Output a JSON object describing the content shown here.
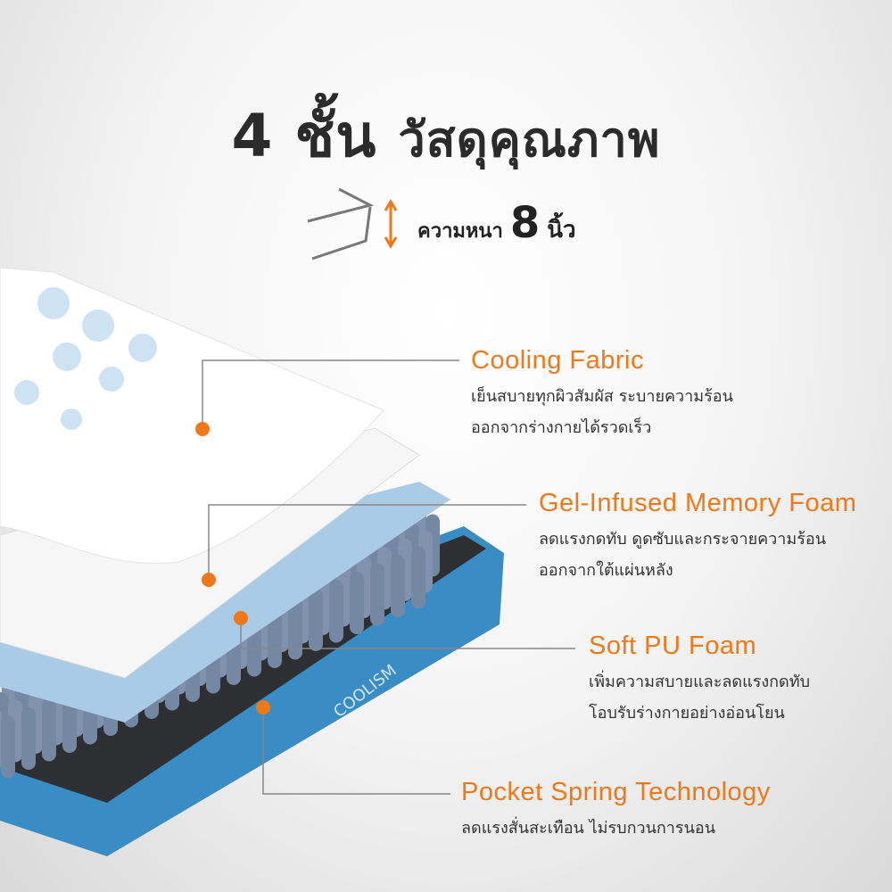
{
  "title": {
    "number": "4",
    "word": "ชั้น",
    "subtitle": "วัสดุคุณภาพ"
  },
  "thickness": {
    "label": "ความหนา",
    "value": "8",
    "unit": "นิ้ว"
  },
  "colors": {
    "accent": "#f07818",
    "mattress_blue": "#3a8cc4",
    "spring_gray": "#7f8fa8"
  },
  "product_label": "COOLISM",
  "layers": [
    {
      "name": "Cooling Fabric",
      "line1": "เย็นสบายทุกผิวสัมผัส ระบายความร้อน",
      "line2": "ออกจากร่างกายได้รวดเร็ว"
    },
    {
      "name": "Gel-Infused Memory Foam",
      "line1": "ลดแรงกดทับ ดูดซับและกระจายความร้อน",
      "line2": "ออกจากใต้แผ่นหลัง"
    },
    {
      "name": "Soft PU Foam",
      "line1": "เพิ่มความสบายและลดแรงกดทับ",
      "line2": "โอบรับร่างกายอย่างอ่อนโยน"
    },
    {
      "name": "Pocket Spring Technology",
      "line1": "ลดแรงสั่นสะเทือน ไม่รบกวนการนอน",
      "line2": ""
    }
  ]
}
